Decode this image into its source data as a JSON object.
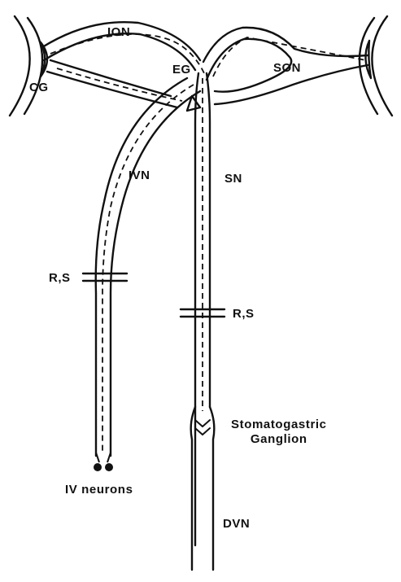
{
  "labels": {
    "ion": "ION",
    "eg": "EG",
    "son": "SON",
    "cg": "CG",
    "ivn": "IVN",
    "sn": "SN",
    "rs_left": "R,S",
    "rs_right": "R,S",
    "stomatogastric_line1": "Stomatogastric",
    "stomatogastric_line2": "Ganglion",
    "iv_neurons": "IV neurons",
    "dvn": "DVN"
  },
  "colors": {
    "ink": "#111111",
    "background": "#ffffff"
  }
}
